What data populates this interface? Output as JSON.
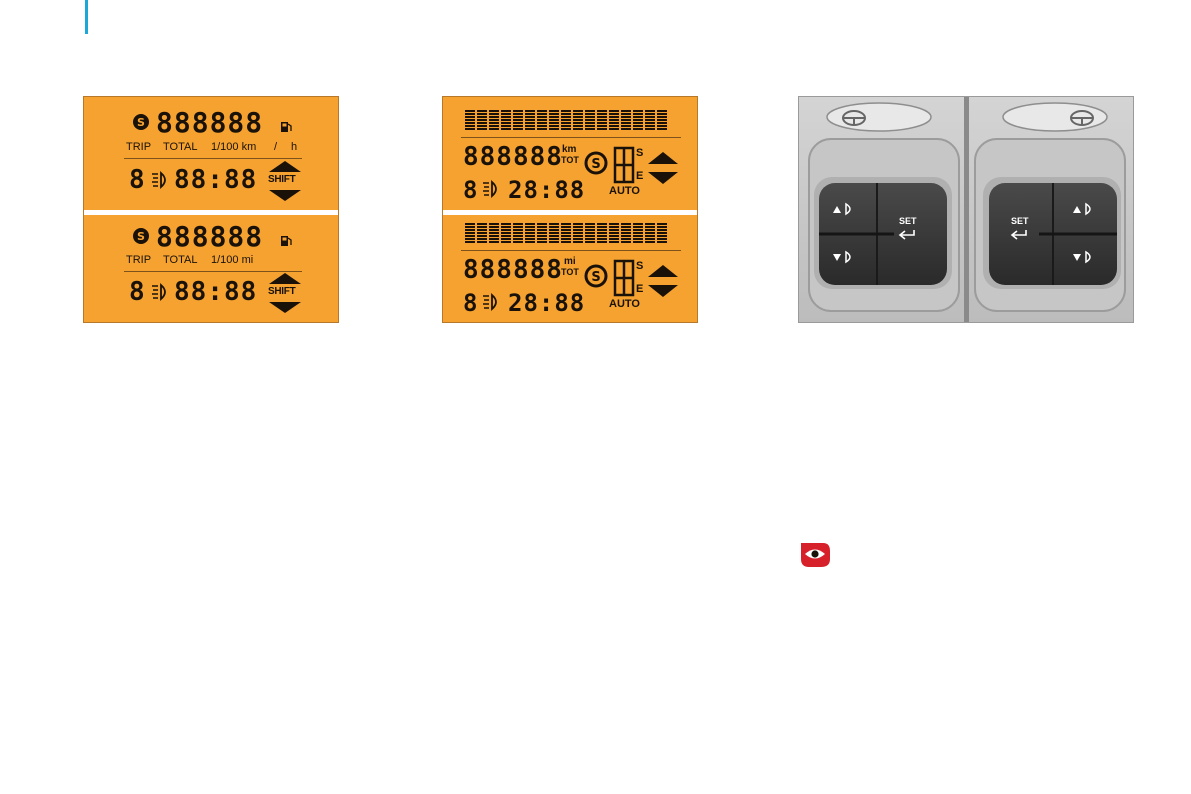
{
  "colors": {
    "accent": "#1ba7d8",
    "lcd_amber": "#f5a231",
    "lcd_segment": "#1a1208",
    "see_also_red": "#d6202a"
  },
  "display_a": {
    "top": {
      "odometer": "888888",
      "row_labels": [
        "TRIP",
        "TOTAL",
        "1/100 km",
        "/",
        "h"
      ],
      "digit": "8",
      "clock": "88:88",
      "shift_label": "SHIFT"
    },
    "bottom": {
      "odometer": "888888",
      "row_labels": [
        "TRIP",
        "TOTAL",
        "1/100 mi"
      ],
      "digit": "8",
      "clock": "88:88",
      "shift_label": "SHIFT"
    }
  },
  "display_b": {
    "top": {
      "odometer": "888888",
      "unit": "km",
      "tot": "TOT",
      "digit": "8",
      "clock": "28:88",
      "gears": [
        "S",
        "E"
      ],
      "auto_label": "AUTO"
    },
    "bottom": {
      "odometer": "888888",
      "unit": "mi",
      "tot": "TOT",
      "digit": "8",
      "clock": "28:88",
      "gears": [
        "S",
        "E"
      ],
      "auto_label": "AUTO"
    }
  },
  "photo": {
    "left_switch": {
      "set_label": "SET"
    },
    "right_switch": {
      "set_label": "SET"
    }
  },
  "icons": [
    "stop-start-icon",
    "fuel-pump-icon",
    "headlamp-beam-icon",
    "shift-arrows-icon",
    "gear-selector-icon",
    "steering-wheel-icon",
    "eye-icon"
  ]
}
